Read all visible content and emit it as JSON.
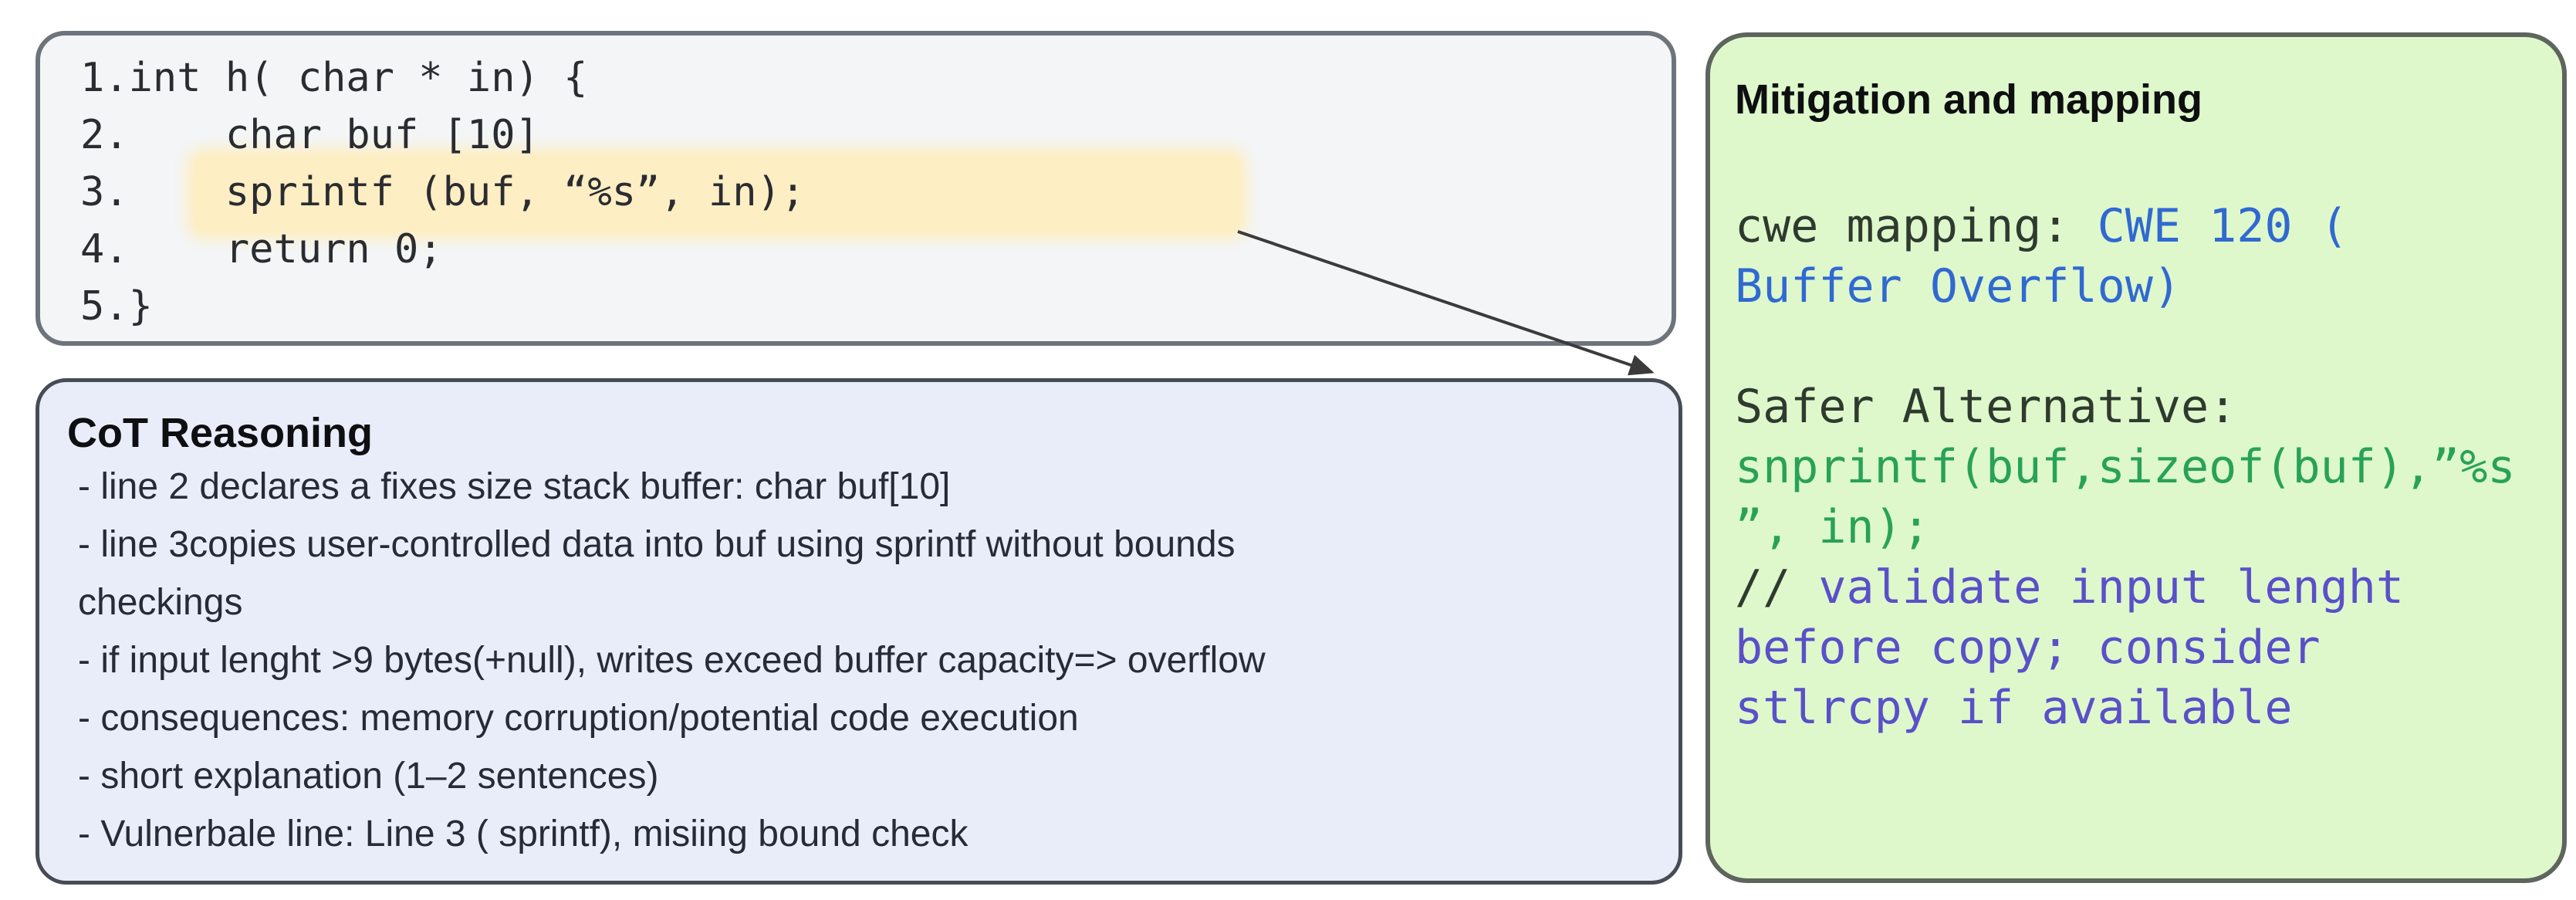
{
  "colors": {
    "code_panel_bg": "#f3f5f7",
    "code_panel_border": "#6e747b",
    "cot_panel_bg": "#e9edf9",
    "cot_panel_border": "#474c54",
    "mitigation_panel_bg": "#def8cc",
    "mitigation_panel_border": "#5d655d",
    "highlight": "#fdeec4",
    "code_text": "#2a2c30",
    "cot_text": "#262b36",
    "mono_dark": "#2f3a2f",
    "cwe_blue": "#3169d1",
    "safer_green": "#28a257",
    "comment_purple": "#5a50c8",
    "arrow": "#3b3b3b"
  },
  "code_panel": {
    "highlighted_line": 3,
    "lines": [
      "1.int h( char * in) {",
      "2.    char buf [10]",
      "3.    sprintf (buf, “%s”, in);",
      "4.    return 0;",
      "5.}"
    ]
  },
  "cot_panel": {
    "title": "CoT Reasoning",
    "lines": [
      "- line 2 declares a fixes size stack buffer: char buf[10]",
      "- line 3copies user-controlled data into buf using sprintf without bounds",
      "checkings",
      "- if input lenght >9 bytes(+null), writes exceed buffer capacity=> overflow",
      "- consequences: memory corruption/potential code execution",
      "- short explanation (1–2 sentences)",
      "- Vulnerbale line: Line 3 ( sprintf), misiing bound check"
    ]
  },
  "mitigation_panel": {
    "title": "Mitigation and mapping",
    "code_lines": [
      [
        {
          "text": "cwe mapping: ",
          "role": "dark"
        },
        {
          "text": "CWE 120 (",
          "role": "blue"
        }
      ],
      [
        {
          "text": "Buffer Overflow)",
          "role": "blue"
        }
      ],
      [],
      [
        {
          "text": "Safer Alternative:",
          "role": "dark"
        }
      ],
      [
        {
          "text": "snprintf(buf,sizeof(buf),”%s",
          "role": "green"
        }
      ],
      [
        {
          "text": "”, in);",
          "role": "green"
        }
      ],
      [
        {
          "text": "// ",
          "role": "dark"
        },
        {
          "text": "validate input lenght",
          "role": "purple"
        }
      ],
      [
        {
          "text": "before copy; consider",
          "role": "purple"
        }
      ],
      [
        {
          "text": "stlrcpy if available",
          "role": "purple"
        }
      ]
    ]
  }
}
